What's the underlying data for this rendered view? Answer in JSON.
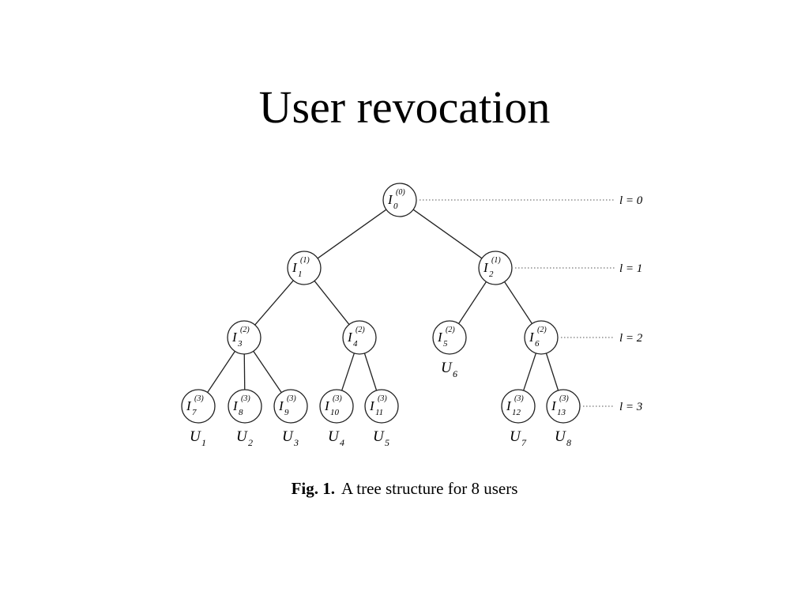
{
  "slide": {
    "title": "User revocation"
  },
  "figure": {
    "caption_label": "Fig. 1.",
    "caption_text": "A tree structure for 8 users",
    "nodes": [
      {
        "id": "n0",
        "letter": "I",
        "sup": "(0)",
        "sub": "0"
      },
      {
        "id": "n1",
        "letter": "I",
        "sup": "(1)",
        "sub": "1"
      },
      {
        "id": "n2",
        "letter": "I",
        "sup": "(1)",
        "sub": "2"
      },
      {
        "id": "n3",
        "letter": "I",
        "sup": "(2)",
        "sub": "3"
      },
      {
        "id": "n4",
        "letter": "I",
        "sup": "(2)",
        "sub": "4"
      },
      {
        "id": "n5",
        "letter": "I",
        "sup": "(2)",
        "sub": "5"
      },
      {
        "id": "n6",
        "letter": "I",
        "sup": "(2)",
        "sub": "6"
      },
      {
        "id": "n7",
        "letter": "I",
        "sup": "(3)",
        "sub": "7"
      },
      {
        "id": "n8",
        "letter": "I",
        "sup": "(3)",
        "sub": "8"
      },
      {
        "id": "n9",
        "letter": "I",
        "sup": "(3)",
        "sub": "9"
      },
      {
        "id": "n10",
        "letter": "I",
        "sup": "(3)",
        "sub": "10"
      },
      {
        "id": "n11",
        "letter": "I",
        "sup": "(3)",
        "sub": "11"
      },
      {
        "id": "n12",
        "letter": "I",
        "sup": "(3)",
        "sub": "12"
      },
      {
        "id": "n13",
        "letter": "I",
        "sup": "(3)",
        "sub": "13"
      }
    ],
    "edges": [
      [
        "n0",
        "n1"
      ],
      [
        "n0",
        "n2"
      ],
      [
        "n1",
        "n3"
      ],
      [
        "n1",
        "n4"
      ],
      [
        "n2",
        "n5"
      ],
      [
        "n2",
        "n6"
      ],
      [
        "n3",
        "n7"
      ],
      [
        "n3",
        "n8"
      ],
      [
        "n3",
        "n9"
      ],
      [
        "n4",
        "n10"
      ],
      [
        "n4",
        "n11"
      ],
      [
        "n6",
        "n12"
      ],
      [
        "n6",
        "n13"
      ]
    ],
    "users": [
      {
        "node": "n7",
        "letter": "U",
        "sub": "1"
      },
      {
        "node": "n8",
        "letter": "U",
        "sub": "2"
      },
      {
        "node": "n9",
        "letter": "U",
        "sub": "3"
      },
      {
        "node": "n10",
        "letter": "U",
        "sub": "4"
      },
      {
        "node": "n11",
        "letter": "U",
        "sub": "5"
      },
      {
        "node": "n5",
        "letter": "U",
        "sub": "6"
      },
      {
        "node": "n12",
        "letter": "U",
        "sub": "7"
      },
      {
        "node": "n13",
        "letter": "U",
        "sub": "8"
      }
    ],
    "levels": [
      {
        "label": "l = 0",
        "from": "n0"
      },
      {
        "label": "l = 1",
        "from": "n2"
      },
      {
        "label": "l = 2",
        "from": "n6"
      },
      {
        "label": "l = 3",
        "from": "n13"
      }
    ]
  }
}
